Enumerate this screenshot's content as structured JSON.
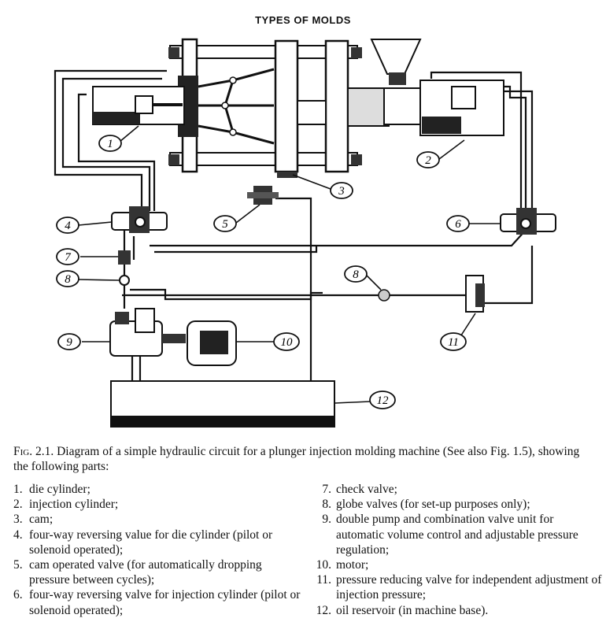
{
  "header": {
    "title": "TYPES OF MOLDS"
  },
  "callouts": [
    "1",
    "2",
    "3",
    "4",
    "5",
    "6",
    "7",
    "8",
    "8",
    "9",
    "10",
    "11",
    "12"
  ],
  "caption": {
    "figure_label": "Fig. 2.1.",
    "text": "Diagram of a simple hydraulic circuit for a plunger injection molding machine (See also Fig. 1.5), showing the following parts:"
  },
  "parts_left": [
    {
      "num": "1.",
      "text": "die cylinder;"
    },
    {
      "num": "2.",
      "text": "injection cylinder;"
    },
    {
      "num": "3.",
      "text": "cam;"
    },
    {
      "num": "4.",
      "text": "four-way reversing value for die cylinder (pilot or solenoid operated);"
    },
    {
      "num": "5.",
      "text": "cam operated valve (for automatically dropping pressure between cycles);"
    },
    {
      "num": "6.",
      "text": "four-way reversing valve for injection cylinder (pilot or solenoid operated);"
    }
  ],
  "parts_right": [
    {
      "num": "7.",
      "text": "check valve;"
    },
    {
      "num": "8.",
      "text": "globe valves (for set-up purposes only);"
    },
    {
      "num": "9.",
      "text": "double pump and combination valve unit for automatic volume control and adjustable pressure regulation;"
    },
    {
      "num": "10.",
      "text": "motor;"
    },
    {
      "num": "11.",
      "text": "pressure reducing valve for independent adjustment of injection pressure;"
    },
    {
      "num": "12.",
      "text": "oil reservoir (in machine base)."
    }
  ]
}
